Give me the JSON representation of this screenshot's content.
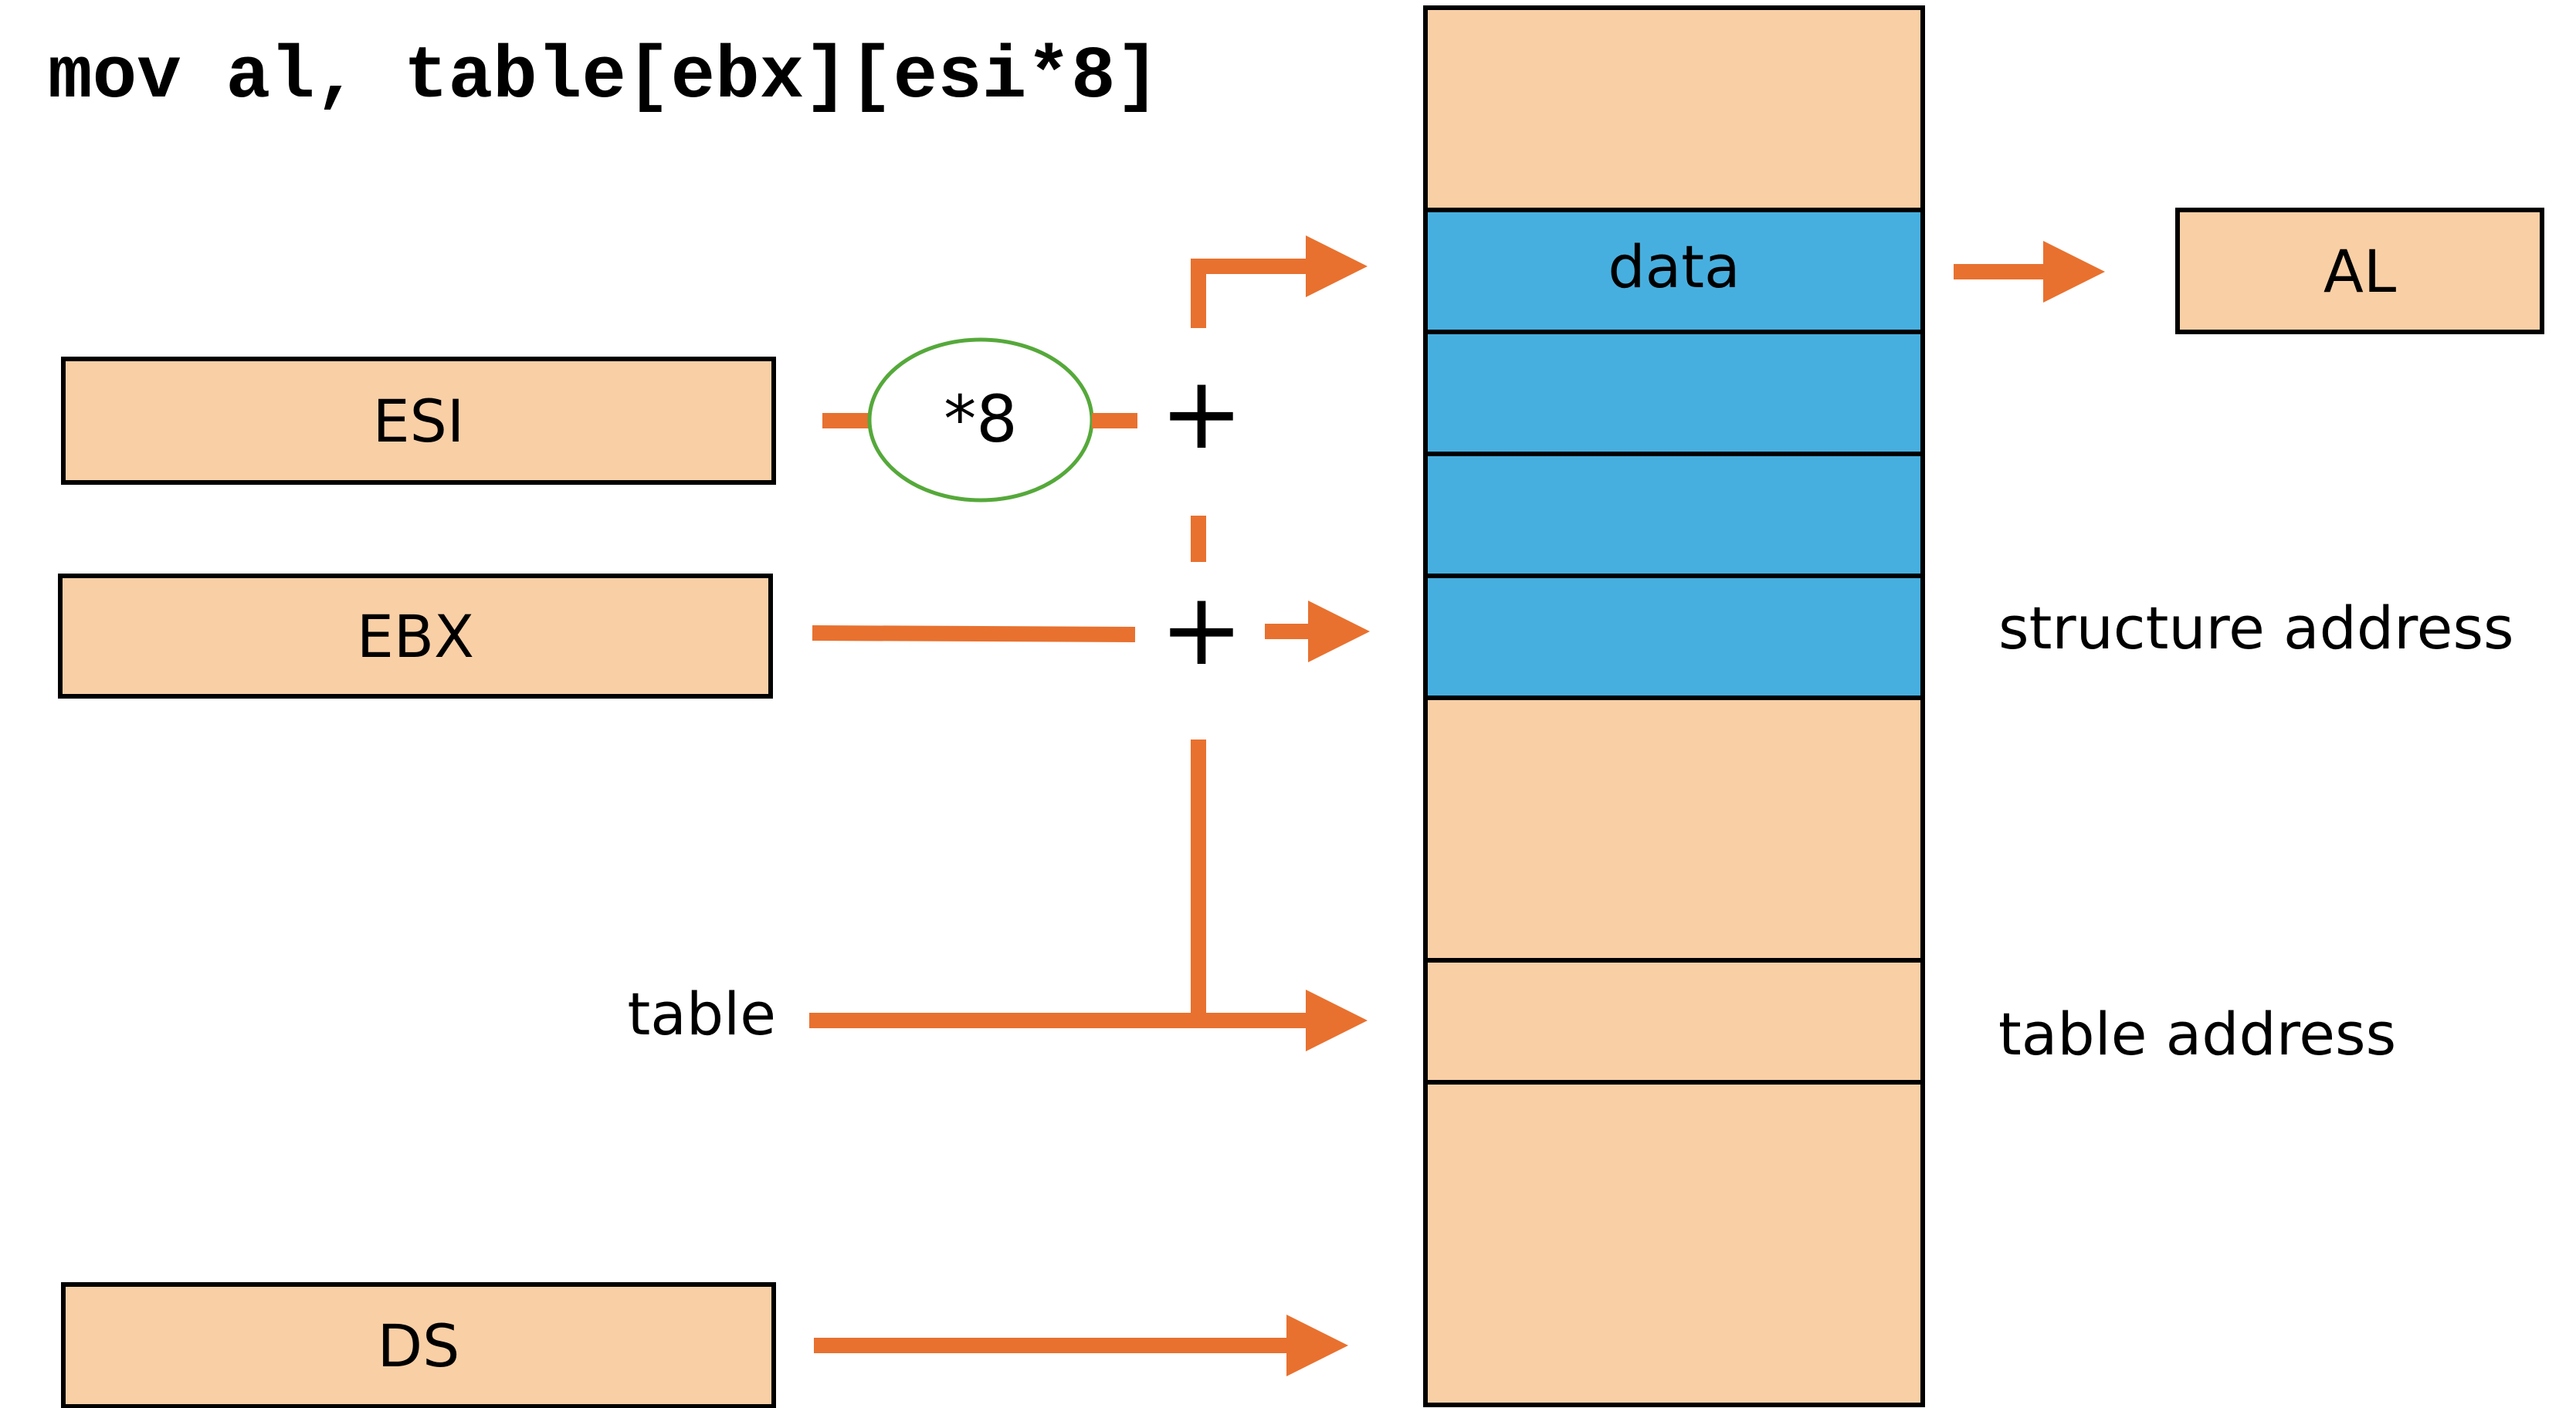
{
  "instruction": "mov al, table[ebx][esi*8]",
  "registers": {
    "esi": "ESI",
    "ebx": "EBX",
    "ds": "DS",
    "al": "AL"
  },
  "operations": {
    "scale": "*8",
    "plus_top": "+",
    "plus_bottom": "+"
  },
  "labels": {
    "table": "table",
    "structure_address": "structure address",
    "table_address": "table address",
    "data_cell": "data"
  },
  "colors": {
    "register_fill": "#F9CFA6",
    "memory_fill": "#F9CFA6",
    "highlight_fill": "#47AFDF",
    "arrow": "#E8712F",
    "scale_ellipse": "#55A93A",
    "stroke": "#000000"
  }
}
